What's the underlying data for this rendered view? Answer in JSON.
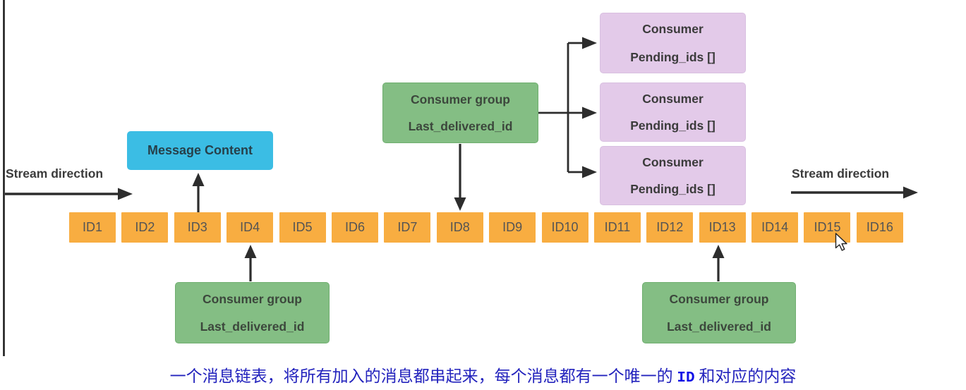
{
  "diagram": {
    "stream_direction_left": "Stream direction",
    "stream_direction_right": "Stream direction",
    "message_content_label": "Message Content",
    "consumer_group_top": {
      "title": "Consumer group",
      "subtitle": "Last_delivered_id"
    },
    "consumer_group_bottom_left": {
      "title": "Consumer group",
      "subtitle": "Last_delivered_id"
    },
    "consumer_group_bottom_right": {
      "title": "Consumer group",
      "subtitle": "Last_delivered_id"
    },
    "consumers": [
      {
        "title": "Consumer",
        "subtitle": "Pending_ids []"
      },
      {
        "title": "Consumer",
        "subtitle": "Pending_ids []"
      },
      {
        "title": "Consumer",
        "subtitle": "Pending_ids []"
      }
    ],
    "stream_ids": [
      "ID1",
      "ID2",
      "ID3",
      "ID4",
      "ID5",
      "ID6",
      "ID7",
      "ID8",
      "ID9",
      "ID10",
      "ID11",
      "ID12",
      "ID13",
      "ID14",
      "ID15",
      "ID16"
    ],
    "caption": {
      "prefix": "一个消息链表，将所有加入的消息都串起来，每个消息都有一个唯一的 ",
      "highlight": "ID",
      "suffix": " 和对应的内容"
    },
    "colors": {
      "node_orange": "#F8AD41",
      "node_cyan": "#3BBDE4",
      "node_green": "#84BE84",
      "node_purple": "#E3CAE9",
      "arrow": "#2d2d2d",
      "caption_blue": "#2323bd",
      "caption_highlight": "#1212e6"
    }
  }
}
